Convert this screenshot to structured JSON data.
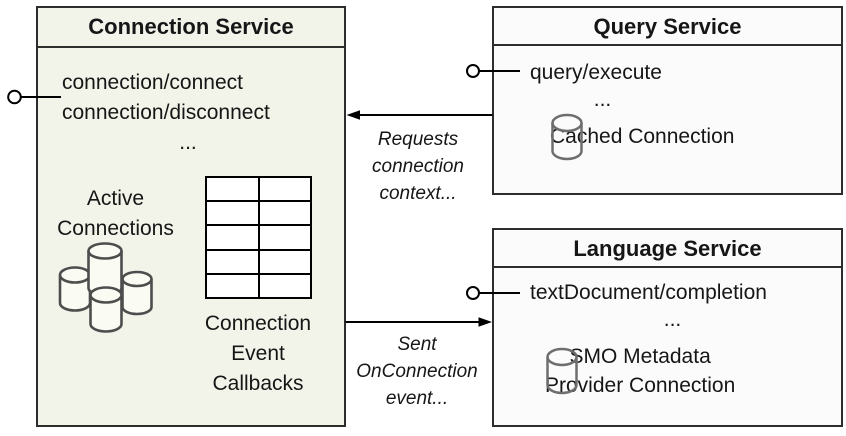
{
  "connection_service": {
    "title": "Connection Service",
    "method1": "connection/connect",
    "method2": "connection/disconnect",
    "ellipsis": "...",
    "active_connections_label": "Active\nConnections",
    "event_callbacks_label": "Connection\nEvent\nCallbacks"
  },
  "query_service": {
    "title": "Query Service",
    "method": "query/execute",
    "ellipsis": "...",
    "cached_connection_label": "Cached Connection"
  },
  "language_service": {
    "title": "Language Service",
    "method": "textDocument/completion",
    "ellipsis": "...",
    "smo_connection_label": "SMO Metadata\nProvider Connection"
  },
  "edges": {
    "requests_label": "Requests\nconnection\ncontext...",
    "sent_label": "Sent\nOnConnection\nevent..."
  },
  "icons": {
    "connection_service_port": "lollipop-interface-icon",
    "query_service_port": "lollipop-interface-icon",
    "language_service_port": "lollipop-interface-icon",
    "active_connections": "database-cluster-icon",
    "cached_connection": "database-icon",
    "smo_connection": "database-icon",
    "event_callbacks": "table-grid-icon"
  },
  "colors": {
    "connection_box_fill": "#f2f4ea",
    "service_box_fill": "#fbfbfb",
    "box_border": "#2d2d2d",
    "arrow": "#000000",
    "db_cluster_stroke": "#4d4d4d",
    "db_icon_stroke": "#6e6e6e",
    "text": "#161616"
  }
}
